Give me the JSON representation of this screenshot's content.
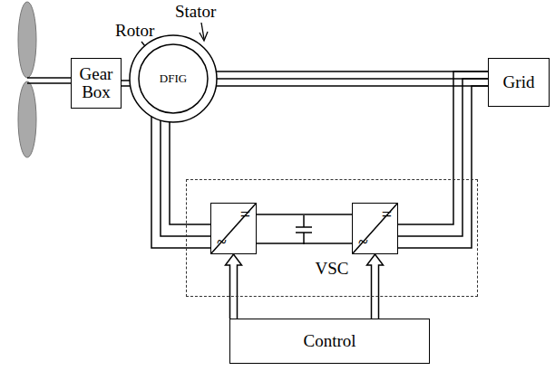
{
  "diagram": {
    "nodes": [
      {
        "text": [
          "Gear Box"
        ]
      },
      {
        "text": [
          "DFIG"
        ]
      },
      {
        "text": [
          "Grid"
        ]
      },
      {
        "text": [
          "VSC"
        ]
      },
      {
        "text": [
          "=",
          "~"
        ],
        "in": 3
      },
      {
        "text": [
          "=",
          "~"
        ],
        "in": 3
      },
      {
        "text": [
          "Control"
        ]
      }
    ],
    "edges": [
      {
        "from": 0,
        "to": 1,
        "arrow": "none"
      },
      {
        "from": 1,
        "to": 2,
        "arrow": "none"
      },
      {
        "from": 1,
        "to": 4,
        "arrow": "none"
      },
      {
        "from": 4,
        "to": 5,
        "arrow": "none"
      },
      {
        "from": 5,
        "to": 2,
        "arrow": "none"
      },
      {
        "from": 6,
        "to": 4,
        "arrow": "to"
      },
      {
        "from": 6,
        "to": 5,
        "arrow": "to"
      }
    ],
    "labels": [
      "Stator",
      "Rotor"
    ]
  }
}
